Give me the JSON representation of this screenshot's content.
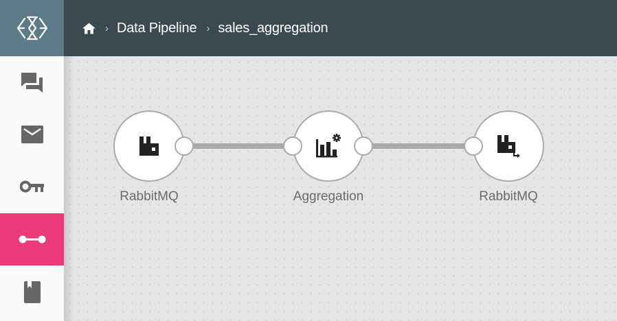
{
  "sidebar": {
    "logo": {
      "icon": "app-logo-icon",
      "bg_color": "#5e7b88"
    },
    "items": [
      {
        "id": "chat",
        "icon": "chat-bubbles-icon",
        "active": false
      },
      {
        "id": "mail",
        "icon": "envelope-icon",
        "active": false
      },
      {
        "id": "keys",
        "icon": "key-icon",
        "active": false
      },
      {
        "id": "pipelines",
        "icon": "pipeline-connector-icon",
        "active": true
      },
      {
        "id": "bookmarks",
        "icon": "bookmark-icon",
        "active": false
      }
    ],
    "active_color": "#ea3a77",
    "icon_color": "#666666"
  },
  "header": {
    "bg_color": "#3b4950",
    "breadcrumb": {
      "home_icon": "home-icon",
      "items": [
        {
          "label": "Data Pipeline"
        },
        {
          "label": "sales_aggregation"
        }
      ],
      "separator": "›"
    }
  },
  "canvas": {
    "background": "#e5e5e5",
    "nodes": [
      {
        "id": "source",
        "label": "RabbitMQ",
        "icon": "rabbitmq-source-icon"
      },
      {
        "id": "processor",
        "label": "Aggregation",
        "icon": "bar-chart-gear-icon"
      },
      {
        "id": "sink",
        "label": "RabbitMQ",
        "icon": "rabbitmq-sink-icon"
      }
    ],
    "edges": [
      {
        "from": "source",
        "to": "processor"
      },
      {
        "from": "processor",
        "to": "sink"
      }
    ]
  }
}
